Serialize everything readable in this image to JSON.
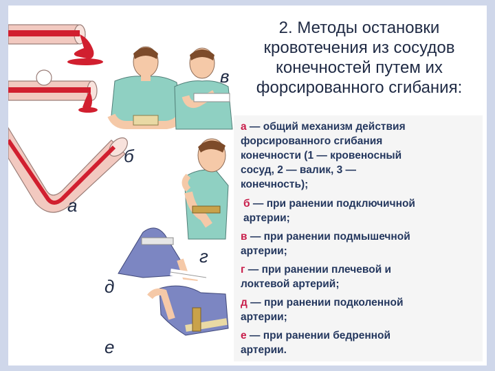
{
  "title": {
    "lines": [
      "2. Методы остановки",
      "кровотечения из сосудов",
      "конечностей путем их",
      "форсированного сгибания:"
    ]
  },
  "figure_labels": {
    "a": "а",
    "b": "б",
    "v": "в",
    "g": "г",
    "d": "д",
    "e": "е"
  },
  "items": [
    {
      "letter": "а",
      "lines": [
        " — общий механизм действия",
        "форсированного сгибания",
        "конечности (1 — кровеносный",
        "сосуд, 2 — валик, 3 —",
        "конечность);"
      ]
    },
    {
      "letter": "б",
      "lines": [
        " — при ранении подключичной",
        "артерии;"
      ]
    },
    {
      "letter": "в",
      "lines": [
        " — при ранении подмышечной",
        "артерии;"
      ]
    },
    {
      "letter": "г",
      "lines": [
        " — при ранении плечевой и",
        "локтевой артерий;"
      ]
    },
    {
      "letter": "д",
      "lines": [
        " — при ранении подколенной",
        "артерии;"
      ]
    },
    {
      "letter": "е",
      "lines": [
        " — при ранении бедренной",
        "артерии."
      ]
    }
  ],
  "colors": {
    "title": "#1f2a44",
    "item_text": "#24375e",
    "item_letter": "#c81d4a",
    "frame": "#cfd7ea",
    "blood": "#d11f2f",
    "skin": "#f5c9a8",
    "shirt": "#8fd0c2",
    "trousers": "#7c86c2"
  }
}
